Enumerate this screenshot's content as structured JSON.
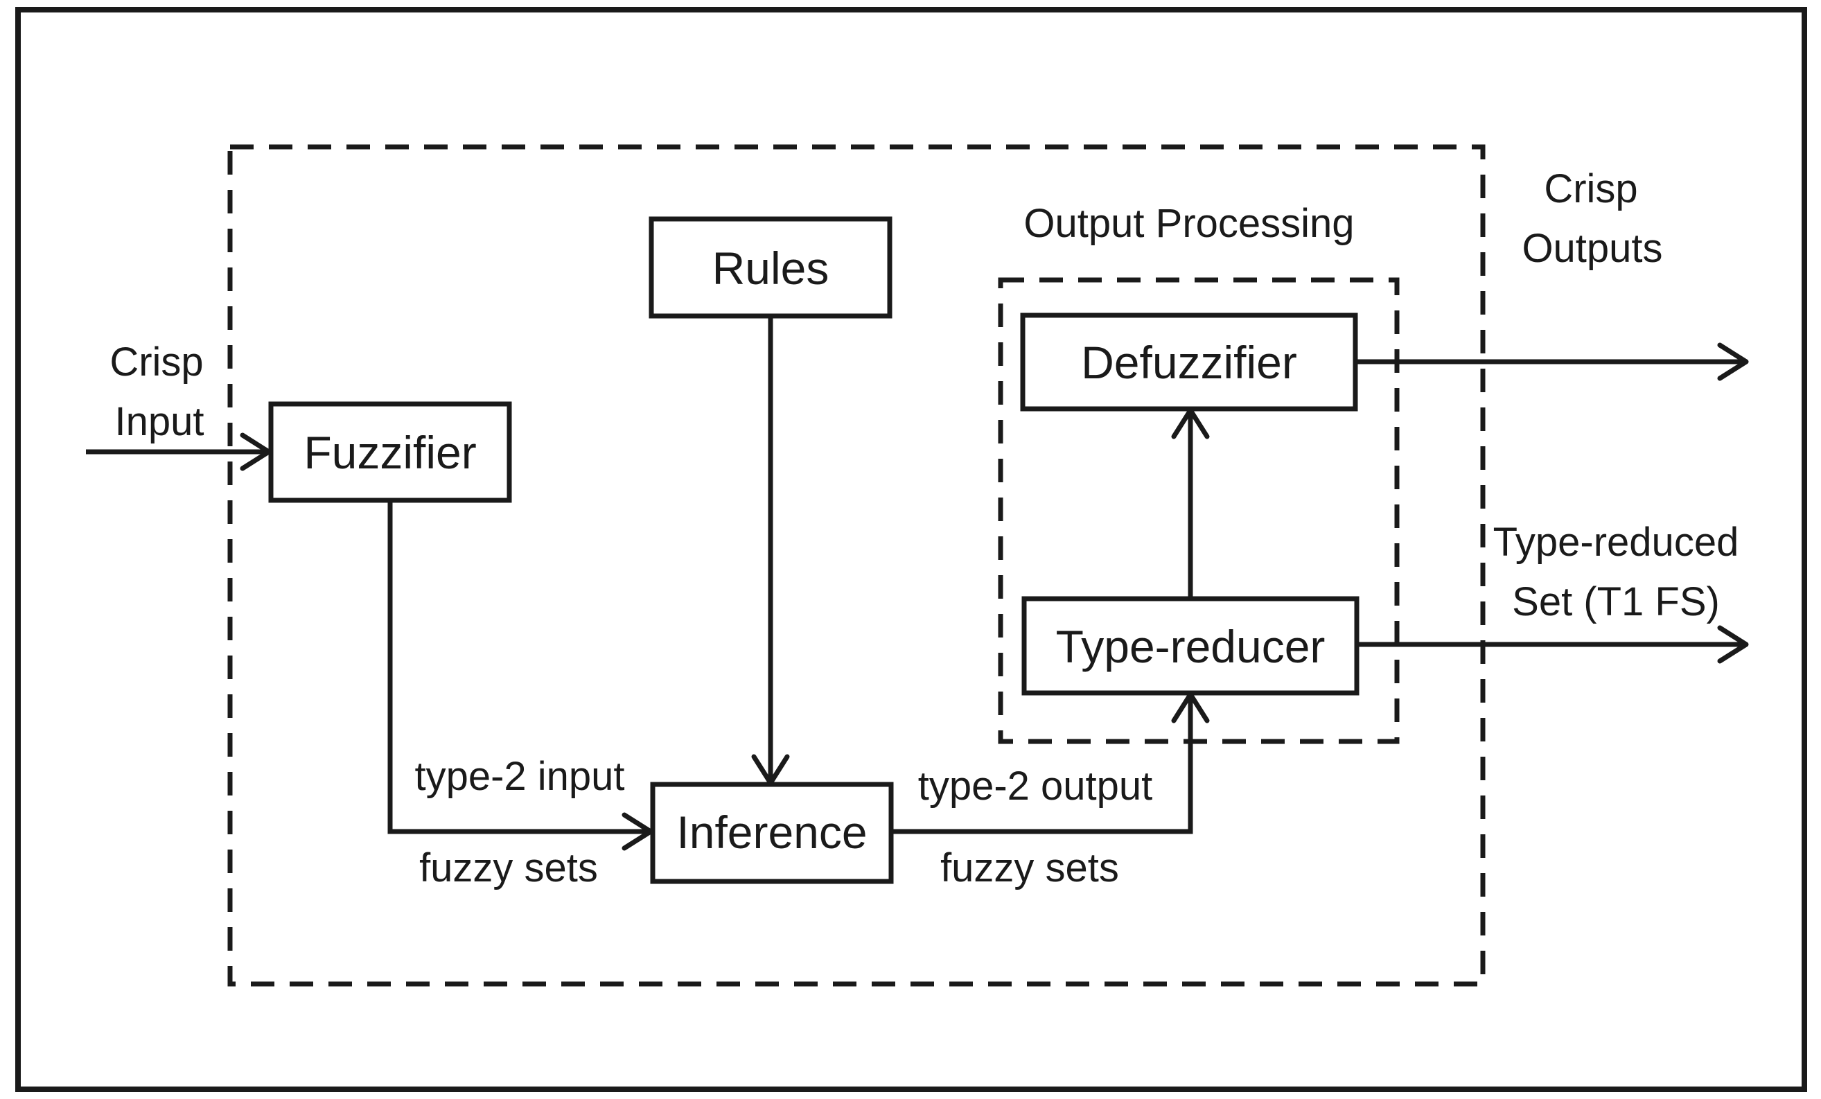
{
  "diagram": {
    "blocks": {
      "fuzzifier": "Fuzzifier",
      "rules": "Rules",
      "inference": "Inference",
      "defuzzifier": "Defuzzifier",
      "type_reducer": "Type-reducer"
    },
    "group_title": "Output Processing",
    "labels": {
      "crisp_input_line1": "Crisp",
      "crisp_input_line2": "Input",
      "type2_input_line1": "type-2 input",
      "type2_input_line2": "fuzzy sets",
      "type2_output_line1": "type-2 output",
      "type2_output_line2": "fuzzy sets",
      "crisp_outputs_line1": "Crisp",
      "crisp_outputs_line2": "Outputs",
      "type_reduced_line1": "Type-reduced",
      "type_reduced_line2": "Set (T1 FS)"
    },
    "colors": {
      "stroke": "#1a1a1a",
      "background": "#ffffff"
    }
  }
}
